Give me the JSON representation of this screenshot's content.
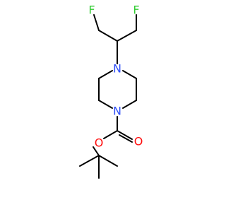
{
  "molecule": {
    "atoms": {
      "fluorine_left": "F",
      "fluorine_right": "F",
      "nitrogen_top": "N",
      "nitrogen_bottom": "N",
      "oxygen_ester": "O",
      "oxygen_carbonyl": "O"
    }
  },
  "colors": {
    "fluorine": "#33cc33",
    "nitrogen": "#3050f8",
    "oxygen": "#ff0d0d",
    "bond": "#000000",
    "background": "#ffffff"
  }
}
